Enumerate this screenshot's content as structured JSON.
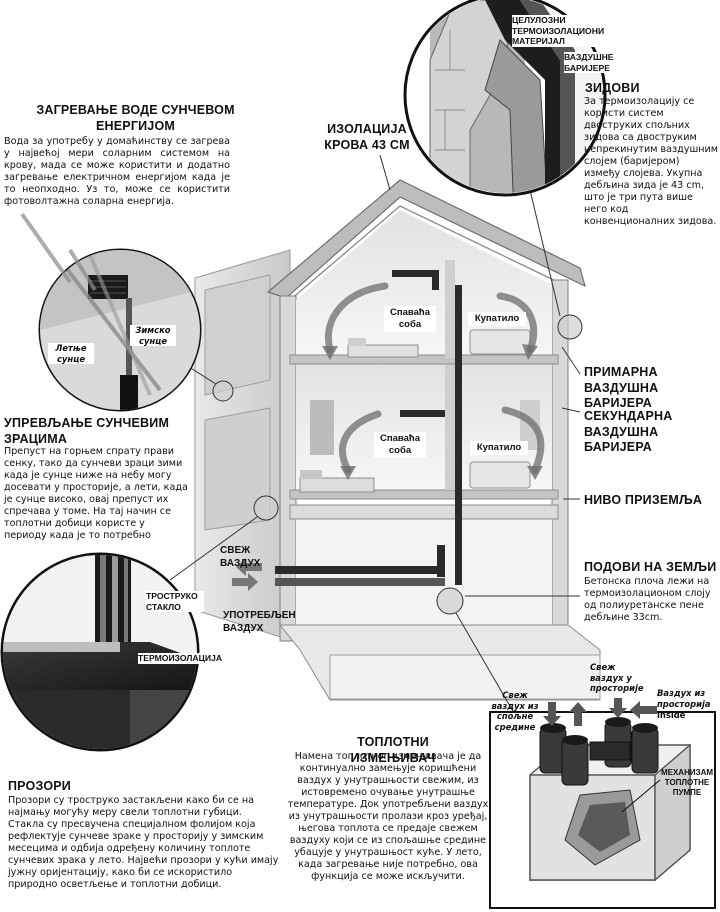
{
  "solar_water": {
    "title": "ЗАГРЕВАЊЕ ВОДЕ СУНЧЕВОМ ЕНЕРГИЈОМ",
    "text": "Вода за употребу у домаћинству се загрева у највећој мери соларним системом на крову, мада се може користити и додатно загревање електричном енергијом када је то неопходно. Уз то, може се користити фотоволтажна соларна енергија."
  },
  "roof_insulation": {
    "title": "ИЗОЛАЦИЈА КРОВА 43 cm"
  },
  "wall_detail": {
    "cellulose": "ЦЕЛУЛОЗНИ ТЕРМОИЗОЛАЦИОНИ МАТЕРИЈАЛ",
    "air_barrier": "ВАЗДУШНЕ БАРИЈЕРЕ"
  },
  "walls": {
    "title": "ЗИДОВИ",
    "text": "За термоизолацију се користи систем двоструких спољних зидова са двоструким непрекинутим ваздушним слојем (баријером) између слојева. Укупна дебљина зида је 43 cm, што је три пута више него код конвенционалних зидова."
  },
  "sun_inset": {
    "summer": "Летње сунце",
    "winter": "Зимско сунце"
  },
  "rooms": {
    "bedroom_top": "Спаваћа соба",
    "bathroom_top": "Купатило",
    "bedroom_bottom": "Спаваћа соба",
    "bathroom_bottom": "Купатило"
  },
  "primary_barrier": "ПРИМАРНА ВАЗДУШНА БАРИЈЕРА",
  "secondary_barrier": "СЕКУНДАРНА ВАЗДУШНА БАРИЈЕРА",
  "ground_level": "НИВО ПРИЗЕМЉА",
  "sun_control": {
    "title": "УПРЕВЉАЊЕ СУНЧЕВИМ ЗРАЦИМА",
    "text": "Препуст на горњем спрату прави сенку, тако да сунчеви зраци зими када је сунце ниже на небу могу досевати у просторије, а лети, када је сунце високо, овај препуст их спречава у томе. На тај начин се топлотни добици користе у периоду када је то потребно"
  },
  "fresh_air": "СВЕЖ ВАЗДУХ",
  "used_air": "УПОТРЕБЉЕН ВАЗДУХ",
  "floors": {
    "title": "ПОДОВИ НА ЗЕМЉИ",
    "text": "Бетонска плоча лежи на термоизолационом слоју од полиуретанске пене дебљине 33cm."
  },
  "window_inset": {
    "triple_glass": "ТРОСТРУКО СТАКЛО",
    "insulation": "ТЕРМОИЗОЛАЦИЈА"
  },
  "windows": {
    "title": "ПРОЗОРИ",
    "text": "Прозори су троструко застакљени како би се на најмању могућу меру свели топлотни губици. Стакла су пресвучена специјалном фолијом која рефлектује сунчеве зраке у просторију у зимским месецима и одбија одређену количину топлоте сунчевих зрака у лето. Највећи прозори у кући имају јужну оријентацију, како би се искористило природно осветљење и топлотни добици."
  },
  "heat_exchanger": {
    "title": "ТОПЛОТНИ ИЗМЕЊИВАЧ",
    "text": "Намена топлотног измењивача је да континуално замењује коришћени ваздух у унутрашњости свежим, из истовремено очување унутрашње температуре. Док употребљени ваздух из унутрашњости пролази кроз уређај, његова топлота се предаје свежем ваздуху који се из спољашње средине убацује у унутрашњост куће. У лето, када загревање није потребно, ова функција се може искључити."
  },
  "exchanger_inset": {
    "fresh_outside": "Свеж ваздух из спољне средине",
    "fresh_rooms": "Свеж ваздух у просторије",
    "air_from_rooms": "Ваздух из просторија",
    "inside": "inside",
    "pump": "МЕХАНИЗАМ ТОПЛОТНЕ ПУМПЕ"
  }
}
